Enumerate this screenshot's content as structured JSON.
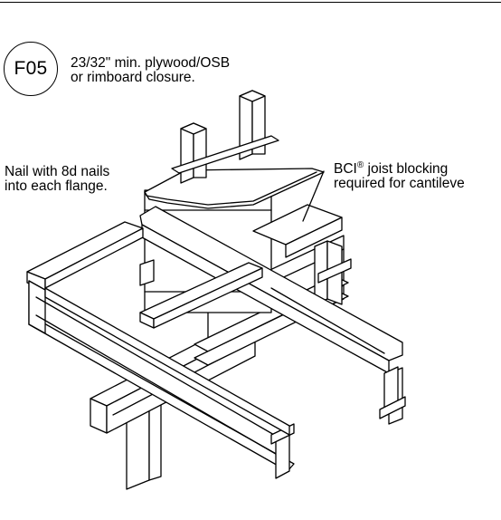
{
  "detail": {
    "label": "F05"
  },
  "callouts": {
    "closure": {
      "line1": "23/32\" min. plywood/OSB",
      "line2": "or rimboard closure."
    },
    "nailing": {
      "line1": "Nail with 8d nails",
      "line2": "into each flange."
    },
    "blocking": {
      "brand": "BCI",
      "mark": "®",
      "line1_rest": " joist blocking",
      "line2": "required for cantileve"
    }
  }
}
